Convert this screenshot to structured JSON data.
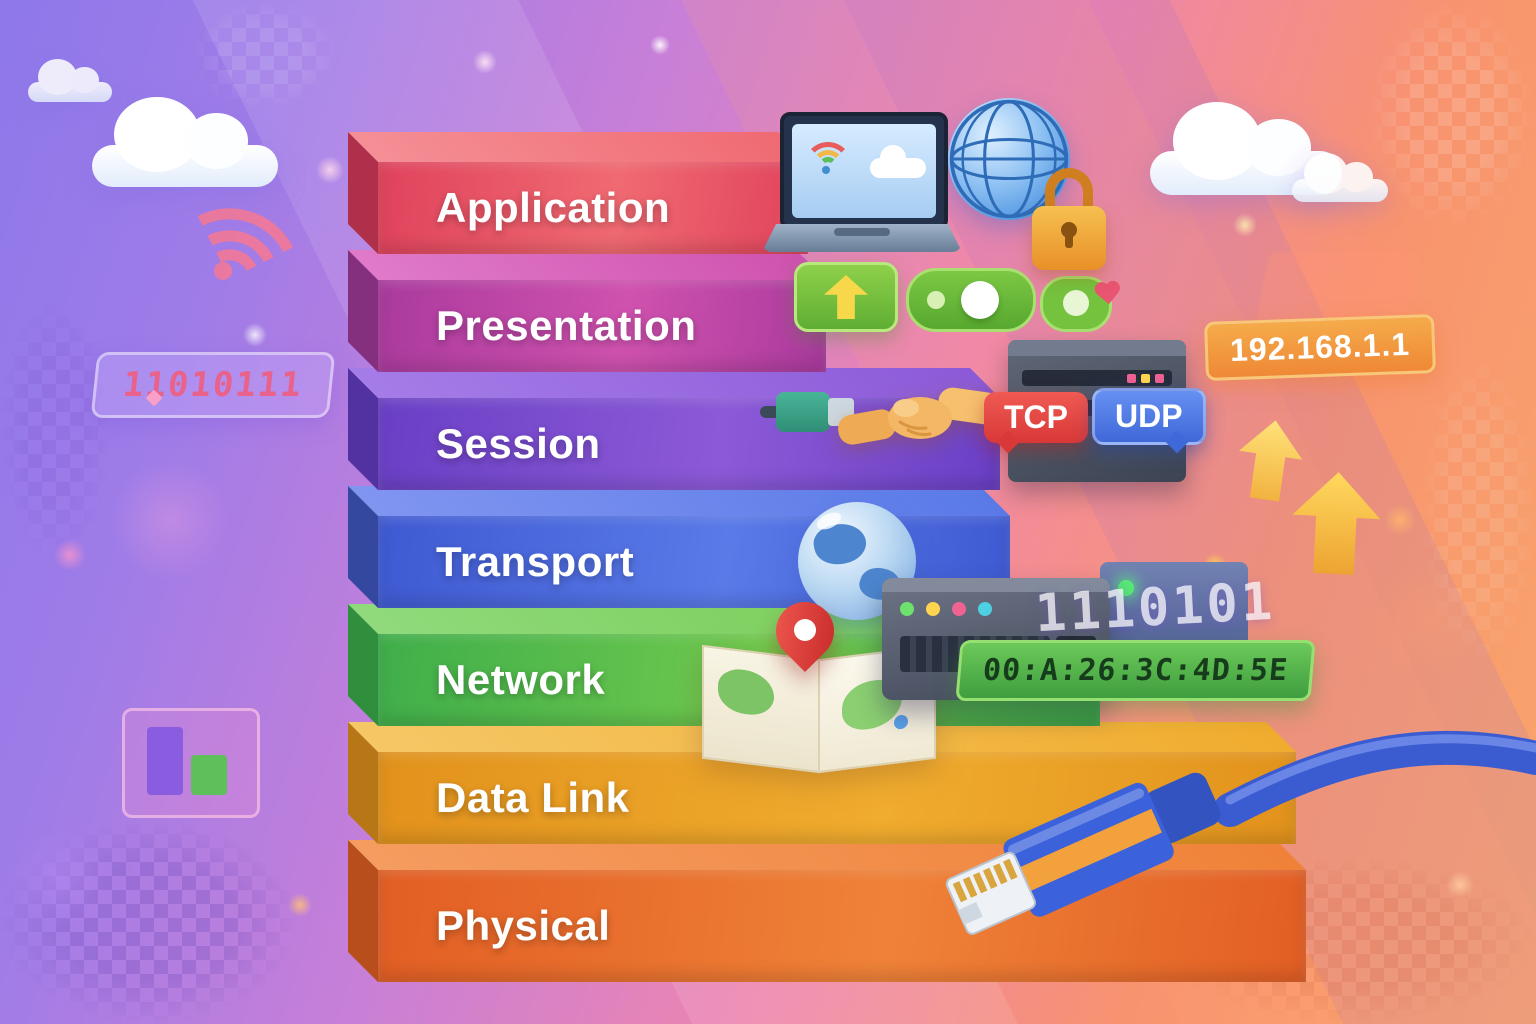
{
  "layers": [
    {
      "label": "Application",
      "color": "#e0425c",
      "top_color": "#f58f96",
      "side_color": "#b02f4a"
    },
    {
      "label": "Presentation",
      "color": "#aa3a9e",
      "top_color": "#e07ac8",
      "side_color": "#84307f"
    },
    {
      "label": "Session",
      "color": "#6a3fc5",
      "top_color": "#a57ce8",
      "side_color": "#5232a0"
    },
    {
      "label": "Transport",
      "color": "#3f5ad2",
      "top_color": "#8095f0",
      "side_color": "#34489f"
    },
    {
      "label": "Network",
      "color": "#3fae4a",
      "top_color": "#90da7c",
      "side_color": "#2f8f3c"
    },
    {
      "label": "Data Link",
      "color": "#e2921c",
      "top_color": "#f5c765",
      "side_color": "#b87716"
    },
    {
      "label": "Physical",
      "color": "#e25e24",
      "top_color": "#f59c60",
      "side_color": "#b84e1c"
    }
  ],
  "badges": {
    "tcp": {
      "label": "TCP",
      "color": "#d83838"
    },
    "udp": {
      "label": "UDP",
      "color": "#3f68d8"
    },
    "ip_address": {
      "label": "192.168.1.1",
      "color": "#ef8836"
    },
    "mac_address": {
      "label": "00:A:26:3C:4D:5E",
      "color": "#4fae46"
    },
    "binary_left": {
      "label": "11010111",
      "color": "#e8628c"
    },
    "binary_right": {
      "label": "1110101",
      "color": "#ffffff"
    }
  },
  "icons": {
    "cloud": "fluffy-cloud-shape",
    "wifi": "three-arc-signal",
    "laptop": "laptop-with-wifi-and-cloud-screen",
    "globe": "wireframe-globe",
    "padlock": "orange-padlock",
    "upload_arrow": "green-badge-yellow-up-arrow",
    "toggle": "green-pill-toggle",
    "heart": "small-red-heart",
    "usb_plug": "teal-usb-plug",
    "handshake": "two-hands-shaking",
    "server": "dark-server-box-with-leds",
    "router": "dark-router-with-status-lights",
    "world_globe": "globe-with-continents",
    "map": "folded-paper-map",
    "location_pin": "red-map-pin",
    "up_arrow": "yellow-3d-up-arrow",
    "bar_chart": "two-bar-mini-chart",
    "ethernet": "blue-rj45-cable-connector"
  }
}
